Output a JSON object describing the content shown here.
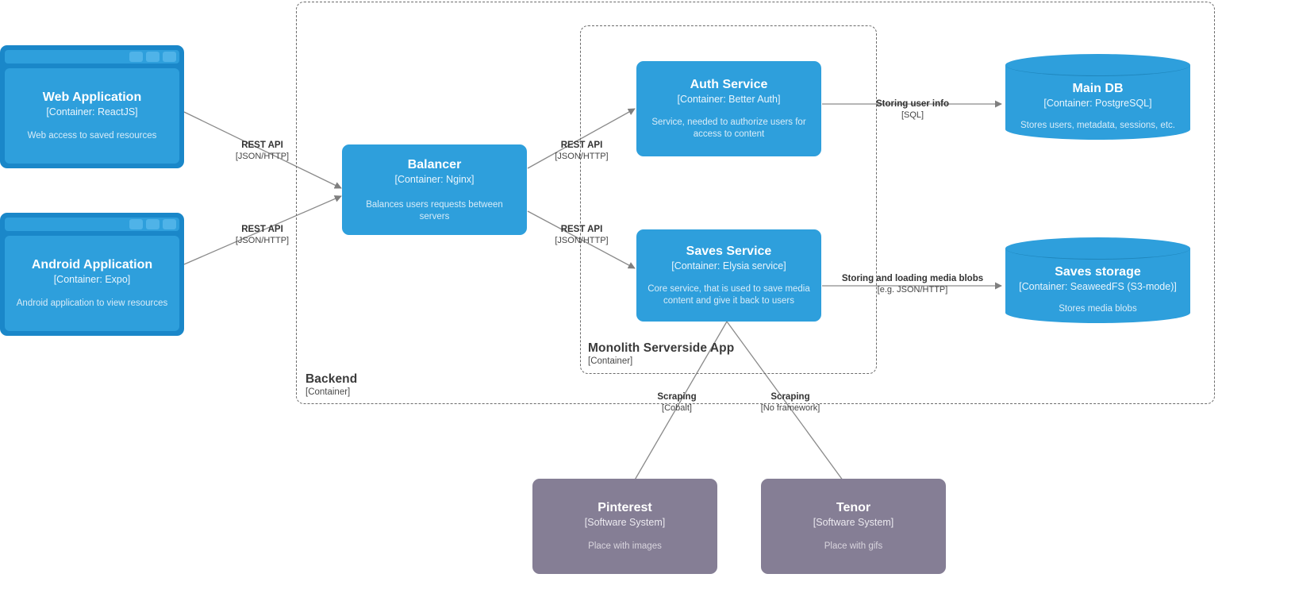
{
  "diagram": {
    "type": "C4 Container diagram",
    "boundaries": [
      {
        "id": "backend",
        "title": "Backend",
        "subtitle": "[Container]"
      },
      {
        "id": "monolith",
        "title": "Monolith Serverside App",
        "subtitle": "[Container]"
      }
    ],
    "nodes": [
      {
        "id": "web-application",
        "shape": "browser-window",
        "title": "Web Application",
        "tech": "[Container: ReactJS]",
        "desc": "Web access to saved resources",
        "color": "#2E9FDC"
      },
      {
        "id": "android-application",
        "shape": "browser-window",
        "title": "Android Application",
        "tech": "[Container: Expo]",
        "desc": "Android application to view resources",
        "color": "#2E9FDC"
      },
      {
        "id": "balancer",
        "shape": "rounded-rect",
        "title": "Balancer",
        "tech": "[Container: Nginx]",
        "desc": "Balances users requests between servers",
        "color": "#2E9FDC"
      },
      {
        "id": "auth-service",
        "shape": "rounded-rect",
        "title": "Auth Service",
        "tech": "[Container: Better Auth]",
        "desc": "Service, needed to authorize users for access to content",
        "color": "#2E9FDC"
      },
      {
        "id": "saves-service",
        "shape": "rounded-rect",
        "title": "Saves Service",
        "tech": "[Container: Elysia service]",
        "desc": "Core service, that is used to save media content and give it back to users",
        "color": "#2E9FDC"
      },
      {
        "id": "main-db",
        "shape": "cylinder",
        "title": "Main DB",
        "tech": "[Container: PostgreSQL]",
        "desc": "Stores users, metadata, sessions, etc.",
        "color": "#2E9FDC"
      },
      {
        "id": "saves-storage",
        "shape": "cylinder",
        "title": "Saves storage",
        "tech": "[Container: SeaweedFS (S3-mode)]",
        "desc": "Stores media blobs",
        "color": "#2E9FDC"
      },
      {
        "id": "pinterest",
        "shape": "rounded-rect",
        "title": "Pinterest",
        "tech": "[Software System]",
        "desc": "Place with images",
        "color": "#857E95"
      },
      {
        "id": "tenor",
        "shape": "rounded-rect",
        "title": "Tenor",
        "tech": "[Software System]",
        "desc": "Place with gifs",
        "color": "#857E95"
      }
    ],
    "edges": [
      {
        "id": "web-to-balancer",
        "from": "web-application",
        "to": "balancer",
        "label": "REST API",
        "technology": "[JSON/HTTP]"
      },
      {
        "id": "android-to-balancer",
        "from": "android-application",
        "to": "balancer",
        "label": "REST API",
        "technology": "[JSON/HTTP]"
      },
      {
        "id": "balancer-to-auth",
        "from": "balancer",
        "to": "auth-service",
        "label": "REST API",
        "technology": "[JSON/HTTP]"
      },
      {
        "id": "balancer-to-saves",
        "from": "balancer",
        "to": "saves-service",
        "label": "REST API",
        "technology": "[JSON/HTTP]"
      },
      {
        "id": "auth-to-maindb",
        "from": "auth-service",
        "to": "main-db",
        "label": "Storing user info",
        "technology": "[SQL]"
      },
      {
        "id": "saves-to-storage",
        "from": "saves-service",
        "to": "saves-storage",
        "label": "Storing and loading media blobs",
        "technology": "[e.g. JSON/HTTP]"
      },
      {
        "id": "saves-to-pinterest",
        "from": "saves-service",
        "to": "pinterest",
        "label": "Scraping",
        "technology": "[Cobalt]"
      },
      {
        "id": "saves-to-tenor",
        "from": "saves-service",
        "to": "tenor",
        "label": "Scraping",
        "technology": "[No framework]"
      }
    ],
    "colors": {
      "container": "#2E9FDC",
      "container_frame": "#1A87C9",
      "software_system": "#857E95",
      "edge_line": "#8a8a8a",
      "boundary_line": "#6b6b6b",
      "background": "#ffffff"
    }
  }
}
